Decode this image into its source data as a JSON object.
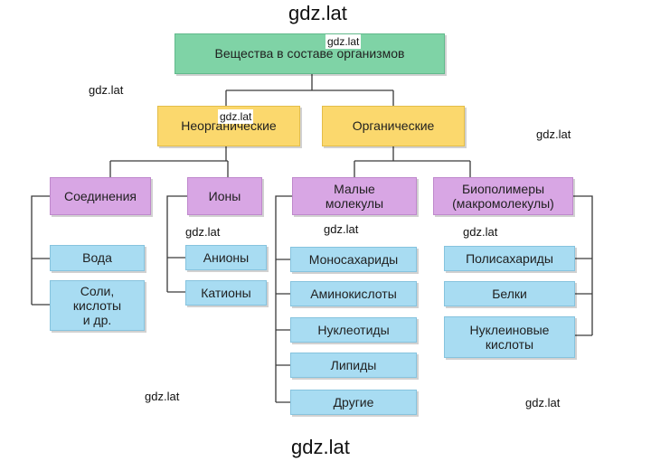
{
  "watermark": "gdz.lat",
  "root": "Вещества в составе организмов",
  "inorganic": {
    "title": "Неорганические",
    "compounds": {
      "title": "Соединения",
      "items": [
        "Вода",
        "Соли,\nкислоты\nи др."
      ]
    },
    "ions": {
      "title": "Ионы",
      "items": [
        "Анионы",
        "Катионы"
      ]
    }
  },
  "organic": {
    "title": "Органические",
    "small": {
      "title": "Малые\nмолекулы",
      "items": [
        "Моносахариды",
        "Аминокислоты",
        "Нуклеотиды",
        "Липиды",
        "Другие"
      ]
    },
    "bio": {
      "title": "Биополимеры\n(макромолекулы)",
      "items": [
        "Полисахариды",
        "Белки",
        "Нуклеиновые\nкислоты"
      ]
    }
  },
  "colors": {
    "root": "#7fd3a6",
    "category": "#fbd86d",
    "group": "#d8a6e4",
    "leaf": "#a8dcf2",
    "line": "#3a3a3a"
  }
}
